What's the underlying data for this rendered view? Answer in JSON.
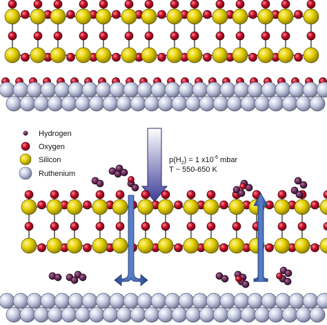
{
  "legend": {
    "items": [
      {
        "label": "Hydrogen",
        "color": "#6b2d5c",
        "icon": "hydrogen-atom-icon"
      },
      {
        "label": "Oxygen",
        "color": "#c8102e",
        "icon": "oxygen-atom-icon"
      },
      {
        "label": "Silicon",
        "color": "#e5d100",
        "icon": "silicon-atom-icon"
      },
      {
        "label": "Ruthenium",
        "color": "#c3c8e0",
        "icon": "ruthenium-atom-icon"
      }
    ]
  },
  "conditions": {
    "pressure_prefix": "p(H",
    "pressure_sub": "2",
    "pressure_mid": ") = 1 x10",
    "pressure_sup": "-6",
    "pressure_unit": " mbar",
    "temperature": "T ~ 550-650 K"
  },
  "colors": {
    "arrow": "#3d3d99",
    "flow_arrow": "#3a5fa8",
    "bond": "#1a1a1a"
  }
}
